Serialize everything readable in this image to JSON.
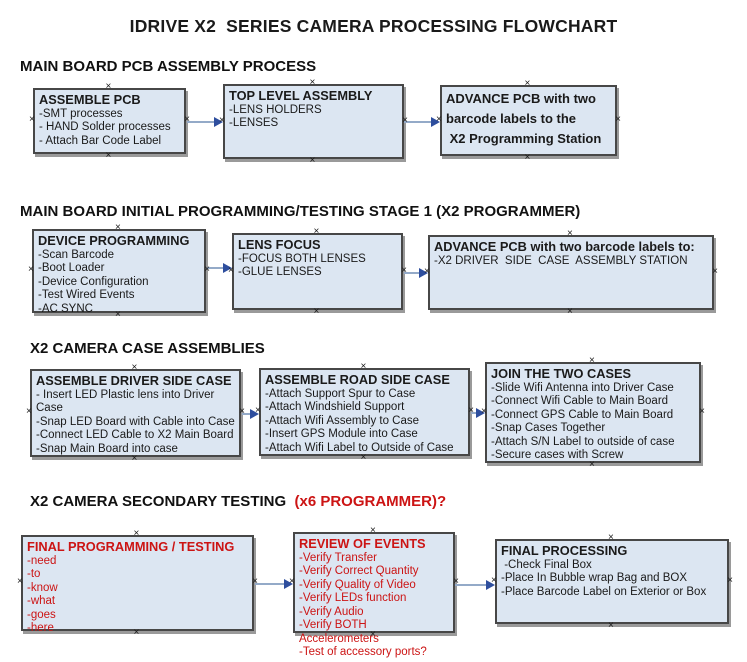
{
  "title": "IDRIVE X2  SERIES CAMERA PROCESSING FLOWCHART",
  "glyphs": {
    "handle": "×"
  },
  "colors": {
    "box_fill": "#dce6f2",
    "box_border": "#474747",
    "box_shadow": "#9a9a9a",
    "red_text": "#cc1414",
    "arrow_line": "#94aac8",
    "arrow_head": "#2e4e9e",
    "text": "#1a1a1a"
  },
  "sections": [
    {
      "header": "MAIN BOARD PCB ASSEMBLY PROCESS",
      "header_red": "",
      "boxes": [
        {
          "title": "ASSEMBLE PCB",
          "items": [
            "-SMT processes",
            "- HAND Solder processes",
            "- Attach Bar Code Label"
          ]
        },
        {
          "title": "TOP LEVEL ASSEMBLY",
          "items": [
            "-LENS HOLDERS",
            "-LENSES"
          ]
        },
        {
          "title": "ADVANCE PCB with two\nbarcode labels to the\n X2 Programming Station",
          "items": []
        }
      ]
    },
    {
      "header": "MAIN BOARD INITIAL PROGRAMMING/TESTING STAGE 1 (X2 PROGRAMMER)",
      "header_red": "",
      "boxes": [
        {
          "title": "DEVICE PROGRAMMING",
          "items": [
            "-Scan Barcode",
            "-Boot Loader",
            "-Device Configuration",
            "-Test Wired Events",
            "-AC SYNC"
          ]
        },
        {
          "title": "LENS FOCUS",
          "items": [
            "-FOCUS BOTH LENSES",
            "-GLUE LENSES"
          ]
        },
        {
          "title": "ADVANCE PCB with two barcode labels to:",
          "items": [
            "-X2 DRIVER  SIDE  CASE  ASSEMBLY STATION"
          ]
        }
      ]
    },
    {
      "header": "X2 CAMERA CASE ASSEMBLIES",
      "header_red": "",
      "boxes": [
        {
          "title": "ASSEMBLE DRIVER SIDE CASE",
          "items": [
            "- Insert LED Plastic lens into Driver Case",
            "-Snap LED Board with Cable into Case",
            "-Connect LED Cable to X2 Main Board",
            "-Snap Main Board into case"
          ]
        },
        {
          "title": "ASSEMBLE ROAD SIDE CASE",
          "items": [
            "-Attach Support Spur to Case",
            "-Attach Windshield Support",
            "-Attach Wifi Assembly to Case",
            "-Insert GPS Module into Case",
            "-Attach Wifi Label to Outside of Case"
          ]
        },
        {
          "title": "JOIN THE TWO CASES",
          "items": [
            "-Slide Wifi Antenna into Driver Case",
            "-Connect Wifi Cable to Main Board",
            "-Connect GPS Cable to Main Board",
            "-Snap Cases Together",
            "-Attach S/N Label to outside of case",
            "-Secure cases with Screw"
          ]
        }
      ]
    },
    {
      "header": "X2 CAMERA SECONDARY TESTING ",
      "header_red": " (x6 PROGRAMMER)?",
      "boxes": [
        {
          "title": "FINAL PROGRAMMING / TESTING",
          "items": [
            "-need",
            "-to",
            "-know",
            "-what",
            "-goes",
            "-here"
          ]
        },
        {
          "title": "REVIEW OF EVENTS",
          "items": [
            "-Verify Transfer",
            "-Verify Correct Quantity",
            "-Verify Quality of Video",
            "-Verify LEDs function",
            "-Verify Audio",
            "-Verify BOTH Accelerometers",
            "-Test of accessory ports?"
          ]
        },
        {
          "title": "FINAL PROCESSING",
          "items": [
            " -Check Final Box",
            "-Place In Bubble wrap Bag and BOX",
            "-Place Barcode Label on Exterior or Box"
          ]
        }
      ]
    }
  ]
}
